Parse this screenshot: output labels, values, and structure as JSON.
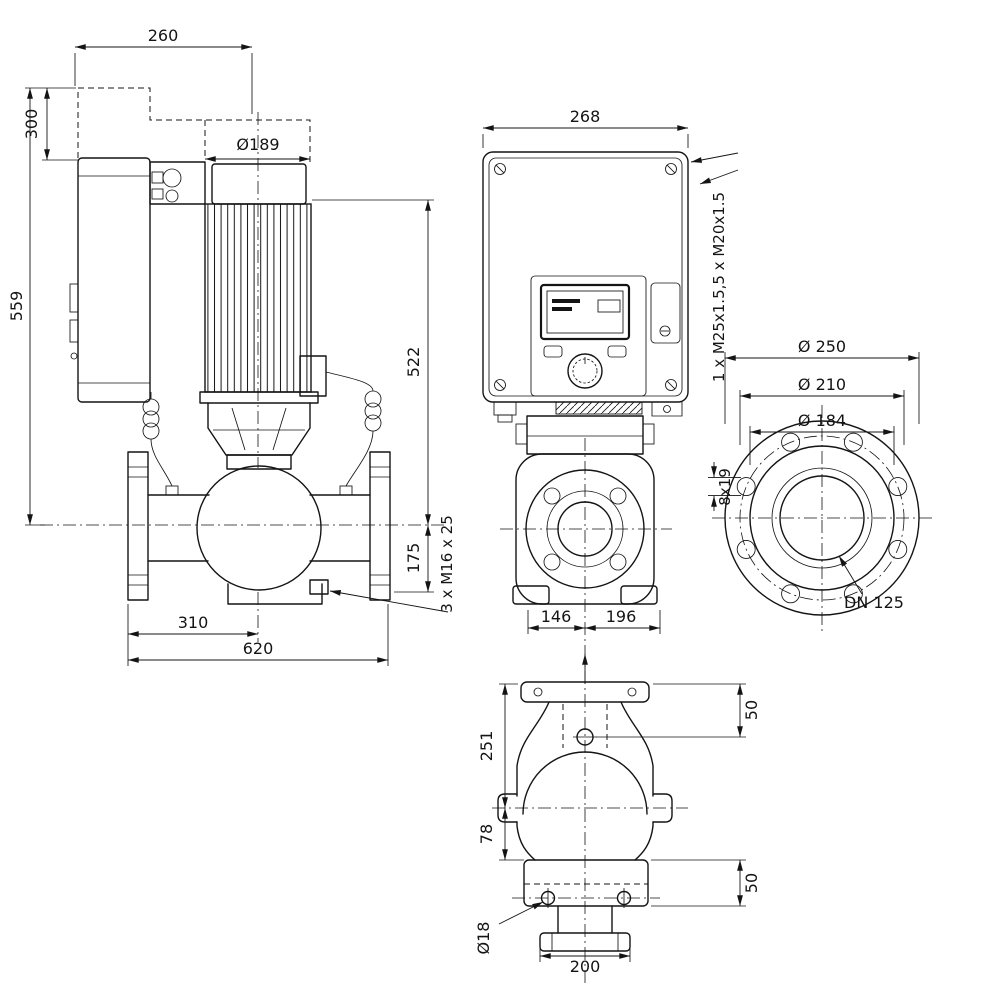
{
  "drawing": {
    "side_view": {
      "dim_depth": "260",
      "dim_clearance": "300",
      "dim_height_total": "559",
      "dim_motor_diameter": "Ø189",
      "dim_height_motor": "522",
      "dim_height_foot": "175",
      "dim_foot_bolts": "3 x M16 x 25",
      "dim_flange_to_center": "310",
      "dim_port_to_port": "620"
    },
    "front_view": {
      "dim_module_width": "268",
      "dim_cable_glands": "1 x M25x1.5,5 x M20x1.5",
      "dim_left_of_center": "146",
      "dim_right_of_center": "196"
    },
    "flange_view": {
      "dim_outer_diameter": "Ø 250",
      "dim_bolt_circle": "Ø 210",
      "dim_raised_face": "Ø 184",
      "dim_bolt_holes": "8x19",
      "dim_nominal": "DN 125"
    },
    "plan_view": {
      "dim_flange_to_port": "50",
      "dim_center_to_flange": "251",
      "dim_center_to_foot": "78",
      "dim_foot_depth": "50",
      "dim_foot_hole": "Ø18",
      "dim_foot_hole_spacing": "200"
    }
  }
}
